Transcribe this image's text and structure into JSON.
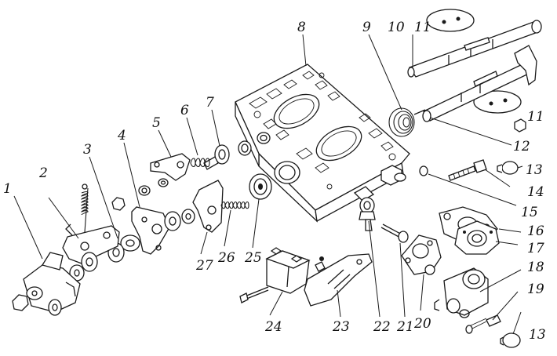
{
  "callouts": [
    {
      "id": "1",
      "text": "1"
    },
    {
      "id": "2",
      "text": "2"
    },
    {
      "id": "3",
      "text": "3"
    },
    {
      "id": "4",
      "text": "4"
    },
    {
      "id": "5",
      "text": "5"
    },
    {
      "id": "6",
      "text": "6"
    },
    {
      "id": "7",
      "text": "7"
    },
    {
      "id": "8",
      "text": "8"
    },
    {
      "id": "9",
      "text": "9"
    },
    {
      "id": "10",
      "text": "10"
    },
    {
      "id": "11a",
      "text": "11"
    },
    {
      "id": "11b",
      "text": "11"
    },
    {
      "id": "12",
      "text": "12"
    },
    {
      "id": "13a",
      "text": "13"
    },
    {
      "id": "13b",
      "text": "13"
    },
    {
      "id": "14",
      "text": "14"
    },
    {
      "id": "15",
      "text": "15"
    },
    {
      "id": "16",
      "text": "16"
    },
    {
      "id": "17",
      "text": "17"
    },
    {
      "id": "18",
      "text": "18"
    },
    {
      "id": "19",
      "text": "19"
    },
    {
      "id": "20",
      "text": "20"
    },
    {
      "id": "21",
      "text": "21"
    },
    {
      "id": "22",
      "text": "22"
    },
    {
      "id": "23",
      "text": "23"
    },
    {
      "id": "24",
      "text": "24"
    },
    {
      "id": "25",
      "text": "25"
    },
    {
      "id": "26",
      "text": "26"
    },
    {
      "id": "27",
      "text": "27"
    }
  ]
}
